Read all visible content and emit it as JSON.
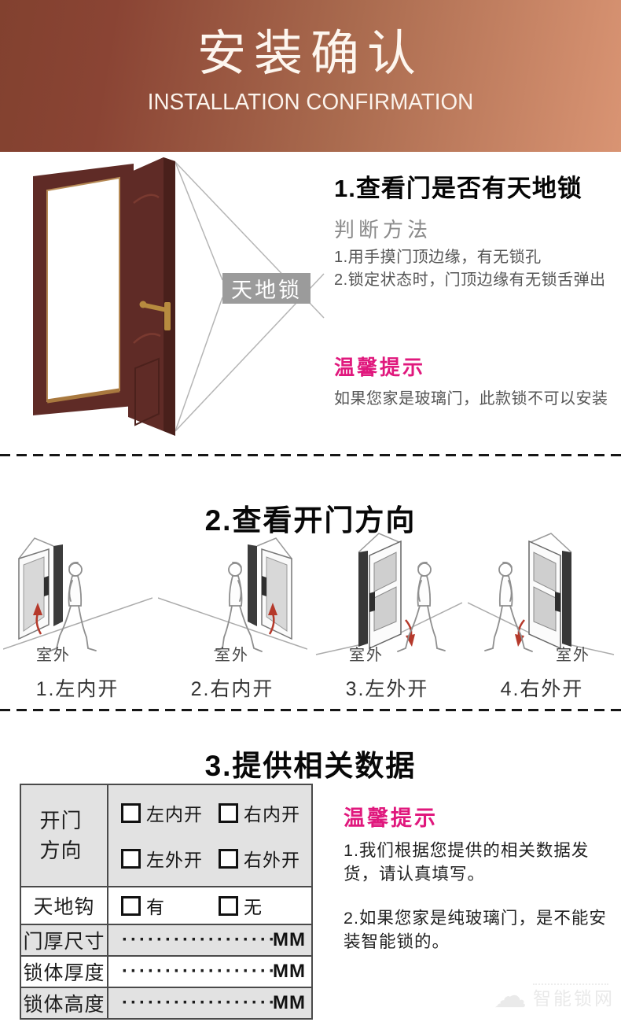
{
  "header": {
    "title": "安装确认",
    "subtitle": "INSTALLATION CONFIRMATION"
  },
  "section1": {
    "heading": "1.查看门是否有天地锁",
    "door_label": "天地锁",
    "method_title": "判断方法",
    "method_items": [
      "1.用手摸门顶边缘，有无锁孔",
      "2.锁定状态时，门顶边缘有无锁舌弹出"
    ],
    "tip_title": "温馨提示",
    "tip_text": "如果您家是玻璃门，此款锁不可以安装"
  },
  "section2": {
    "heading": "2.查看开门方向",
    "figures": [
      {
        "caption": "1.左内开",
        "outdoor_label": "室外"
      },
      {
        "caption": "2.右内开",
        "outdoor_label": "室外"
      },
      {
        "caption": "3.左外开",
        "outdoor_label": "室外"
      },
      {
        "caption": "4.右外开",
        "outdoor_label": "室外"
      }
    ]
  },
  "section3": {
    "heading": "3.提供相关数据",
    "table": {
      "rows": [
        {
          "label": "开门方向",
          "options": [
            "左内开",
            "右内开",
            "左外开",
            "右外开"
          ]
        },
        {
          "label": "天地钩",
          "options": [
            "有",
            "无"
          ]
        },
        {
          "label": "门厚尺寸",
          "dots": "·····················",
          "unit": "MM"
        },
        {
          "label": "锁体厚度",
          "dots": "·····················",
          "unit": "MM"
        },
        {
          "label": "锁体高度",
          "dots": "·····················",
          "unit": "MM"
        }
      ]
    },
    "tip_title": "温馨提示",
    "tip_items": [
      "1.我们根据您提供的相关数据发货，请认真填写。",
      "2.如果您家是纯玻璃门，是不能安装智能锁的。"
    ]
  },
  "watermark": {
    "text": "智能锁网"
  },
  "colors": {
    "accent_pink": "#e0187d",
    "header_gradient_start": "#8a4434",
    "header_gradient_end": "#d99473",
    "door_maroon": "#5f2b26",
    "table_gray": "#e2e2e2"
  }
}
